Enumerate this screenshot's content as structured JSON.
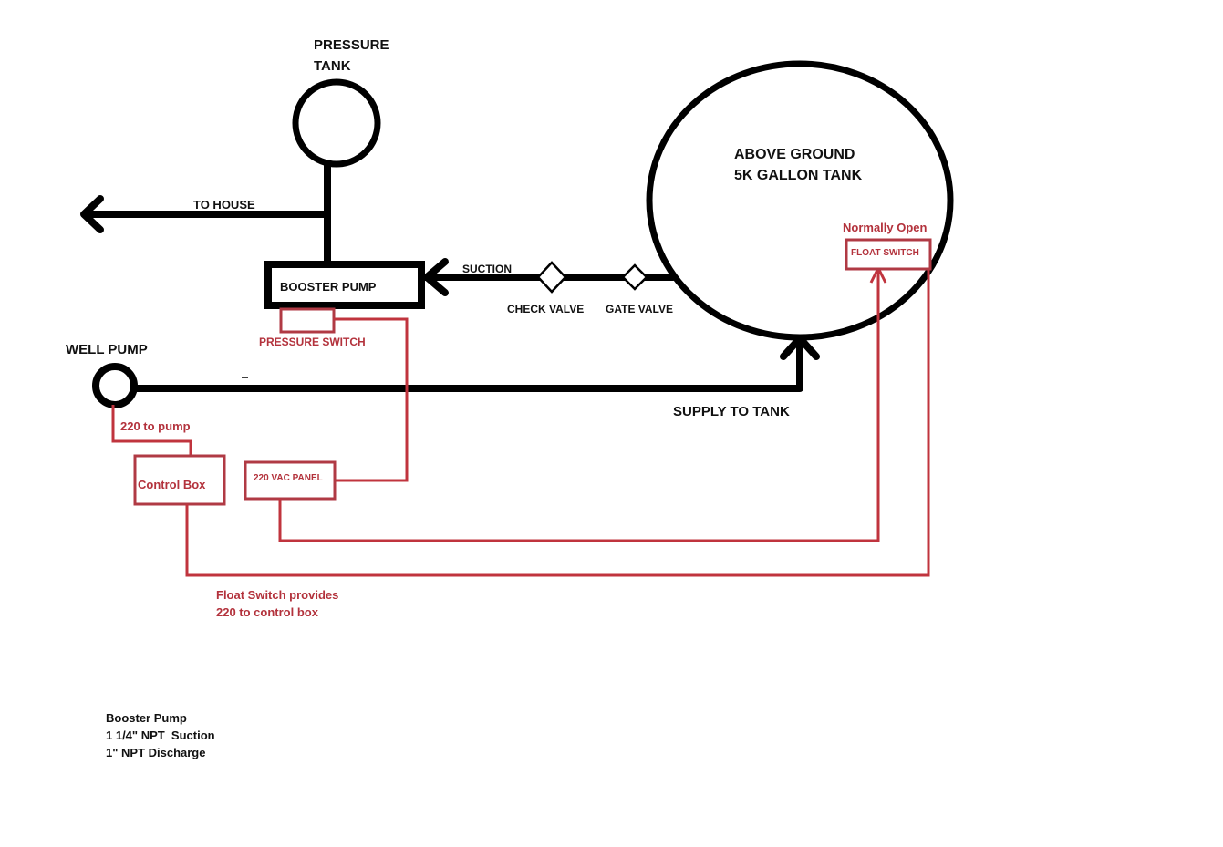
{
  "colors": {
    "pipe": "#000000",
    "electrical": "#c0343e",
    "label_red": "#b3323c",
    "background": "#ffffff"
  },
  "labels": {
    "pressure_tank": [
      "PRESSURE",
      "TANK"
    ],
    "to_house": "TO HOUSE",
    "booster_pump": "BOOSTER PUMP",
    "suction": "SUCTION",
    "check_valve": "CHECK VALVE",
    "gate_valve": "GATE VALVE",
    "above_ground_tank": [
      "ABOVE GROUND",
      "5K GALLON TANK"
    ],
    "normally_open": "Normally Open",
    "float_switch": "FLOAT SWITCH",
    "pressure_switch": "PRESSURE SWITCH",
    "well_pump": "WELL PUMP",
    "supply_to_tank": "SUPPLY TO TANK",
    "to_pump": "220 to pump",
    "control_box": "Control Box",
    "vac_panel": "220 VAC PANEL",
    "float_note": [
      "Float Switch provides",
      "220 to control box"
    ],
    "spec_notes": [
      "Booster Pump",
      "1 1/4\" NPT  Suction",
      "1\" NPT Discharge"
    ]
  }
}
